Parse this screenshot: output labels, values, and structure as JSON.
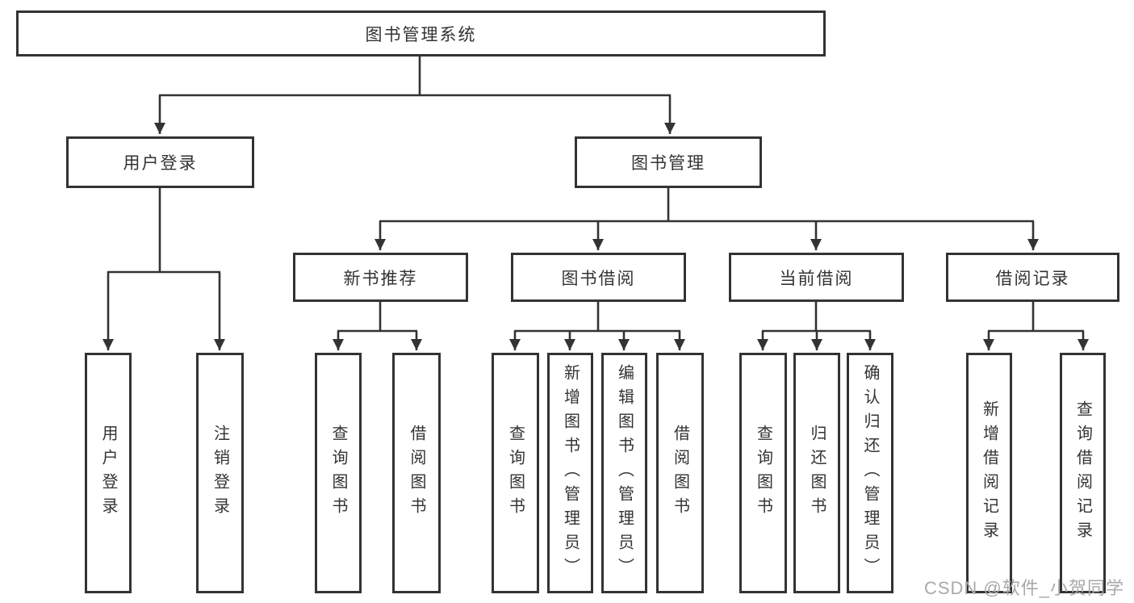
{
  "diagram": {
    "root": {
      "label": "图书管理系统"
    },
    "branches": [
      {
        "label": "用户登录",
        "leaves": [
          {
            "label": "用户登录"
          },
          {
            "label": "注销登录"
          }
        ]
      },
      {
        "label": "图书管理",
        "groups": [
          {
            "label": "新书推荐",
            "leaves": [
              {
                "label": "查询图书"
              },
              {
                "label": "借阅图书"
              }
            ]
          },
          {
            "label": "图书借阅",
            "leaves": [
              {
                "label": "查询图书"
              },
              {
                "label": "新增图书（管理员）"
              },
              {
                "label": "编辑图书（管理员）"
              },
              {
                "label": "借阅图书"
              }
            ]
          },
          {
            "label": "当前借阅",
            "leaves": [
              {
                "label": "查询图书"
              },
              {
                "label": "归还图书"
              },
              {
                "label": "确认归还（管理员）"
              }
            ]
          },
          {
            "label": "借阅记录",
            "leaves": [
              {
                "label": "新增借阅记录"
              },
              {
                "label": "查询借阅记录"
              }
            ]
          }
        ]
      }
    ]
  },
  "watermark": {
    "text": "CSDN @软件_小贺同学"
  },
  "colors": {
    "line": "#333333",
    "text": "#333333",
    "watermark": "#a9a9a9",
    "background": "#ffffff"
  }
}
